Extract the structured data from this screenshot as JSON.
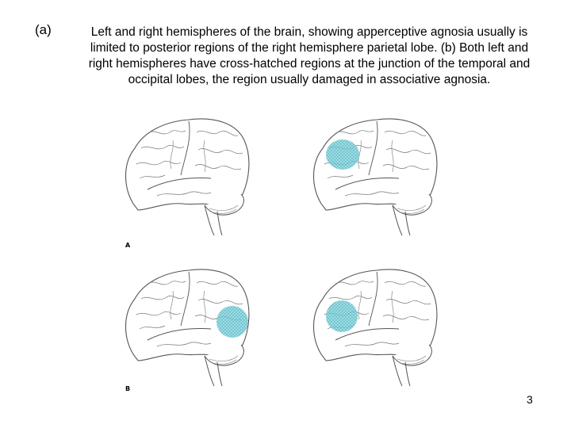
{
  "slide": {
    "part_label": "(a)",
    "caption": "Left and right hemispheres of the brain, showing apperceptive agnosia usually is limited to posterior regions of the right hemisphere parietal lobe.  (b) Both left and right hemispheres have cross-hatched regions at the junction of the temporal and occipital lobes, the region usually damaged in associative agnosia.",
    "page_number": "3"
  },
  "figure": {
    "panel_a_label": "A",
    "panel_b_label": "B",
    "highlight_color": "#7fd3dc",
    "outline_color": "#555555"
  }
}
